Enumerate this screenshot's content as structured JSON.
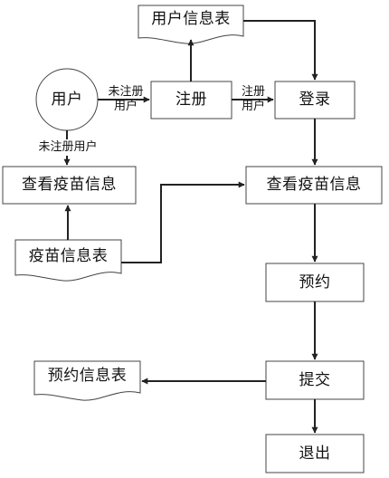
{
  "nodes": {
    "user_table": "用户信息表",
    "user": "用户",
    "register": "注册",
    "login": "登录",
    "view_vaccine_left": "查看疫苗信息",
    "view_vaccine_right": "查看疫苗信息",
    "vaccine_table": "疫苗信息表",
    "reserve": "预约",
    "booking_table": "预约信息表",
    "submit": "提交",
    "exit": "退出"
  },
  "edges": {
    "user_to_register_1": "未注册",
    "user_to_register_2": "用户",
    "register_to_login_1": "注册",
    "register_to_login_2": "用户",
    "user_to_view": "未注册用户"
  }
}
